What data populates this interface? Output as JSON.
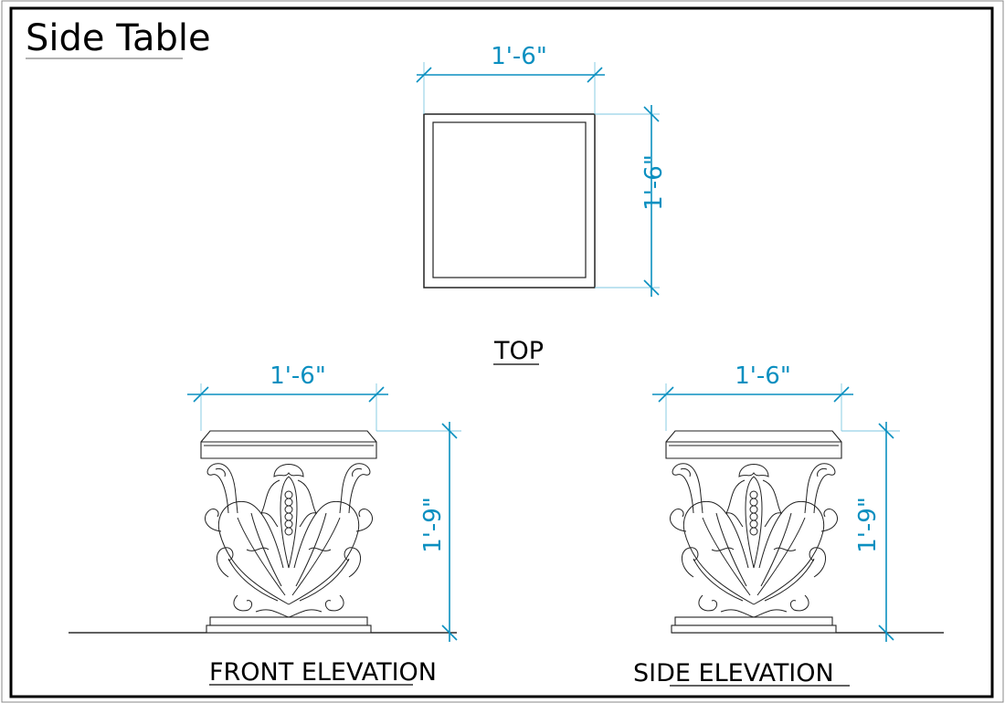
{
  "title": "Side Table",
  "colors": {
    "dimension": "#0a8fc0",
    "line": "#000000"
  },
  "views": {
    "top": {
      "label": "TOP",
      "width_dim": "1'-6\"",
      "depth_dim": "1'-6\""
    },
    "front": {
      "label": "FRONT ELEVATION",
      "width_dim": "1'-6\"",
      "height_dim": "1'-9\""
    },
    "side": {
      "label": "SIDE ELEVATION",
      "width_dim": "1'-6\"",
      "height_dim": "1'-9\""
    }
  }
}
